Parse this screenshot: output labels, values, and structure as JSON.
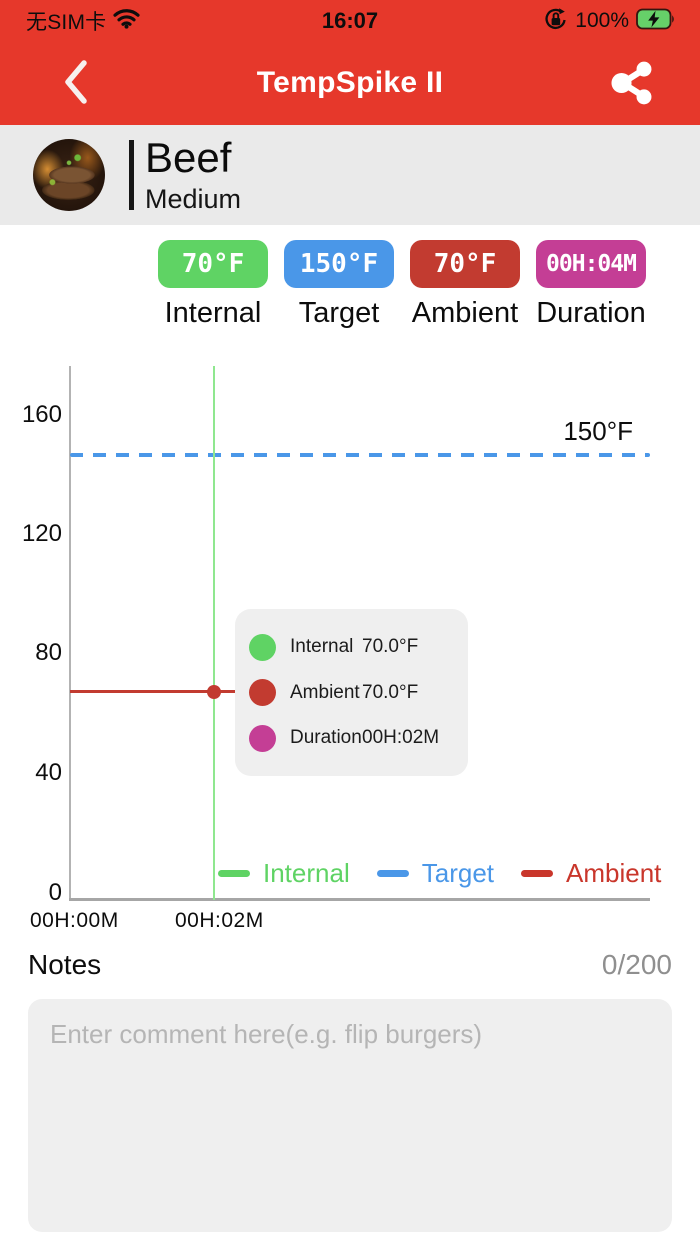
{
  "status_bar": {
    "carrier": "无SIM卡",
    "time": "16:07",
    "battery_percent": "100%"
  },
  "nav": {
    "title": "TempSpike II"
  },
  "food": {
    "name": "Beef",
    "doneness": "Medium"
  },
  "stats": [
    {
      "value": "70°F",
      "label": "Internal",
      "color": "#5FD364"
    },
    {
      "value": "150°F",
      "label": "Target",
      "color": "#4A97E8"
    },
    {
      "value": "70°F",
      "label": "Ambient",
      "color": "#C23B30"
    },
    {
      "value": "00H:04M",
      "label": "Duration",
      "color": "#C43E95"
    }
  ],
  "chart": {
    "y_ticks": [
      "160",
      "120",
      "80",
      "40",
      "0"
    ],
    "x_ticks": [
      "00H:00M",
      "00H:02M"
    ],
    "target_label": "150°F",
    "tooltip": [
      {
        "name": "Internal",
        "value": "70.0°F"
      },
      {
        "name": "Ambient",
        "value": "70.0°F"
      },
      {
        "name": "Duration",
        "value": "00H:02M"
      }
    ],
    "legend": [
      {
        "label": "Internal"
      },
      {
        "label": "Target"
      },
      {
        "label": "Ambient"
      }
    ]
  },
  "chart_data": {
    "type": "line",
    "x_ticks": [
      "00H:00M",
      "00H:02M"
    ],
    "y_ticks": [
      0,
      40,
      80,
      120,
      160
    ],
    "ylim": [
      0,
      180
    ],
    "series": [
      {
        "name": "Internal",
        "color": "#5FD364",
        "x": [
          "00H:00M",
          "00H:02M"
        ],
        "values": [
          70.0,
          70.0
        ]
      },
      {
        "name": "Target",
        "color": "#4A97E8",
        "style": "dashed",
        "constant_value": 150
      },
      {
        "name": "Ambient",
        "color": "#C23B30",
        "x": [
          "00H:00M",
          "00H:02M"
        ],
        "values": [
          70.0,
          70.0
        ]
      }
    ],
    "cursor": {
      "x": "00H:02M",
      "readout": {
        "Internal": "70.0°F",
        "Ambient": "70.0°F",
        "Duration": "00H:02M"
      }
    },
    "annotation": "150°F",
    "legend_position": "bottom",
    "grid": false
  },
  "notes": {
    "title": "Notes",
    "counter": "0/200",
    "placeholder": "Enter comment here(e.g. flip burgers)"
  },
  "colors": {
    "app_red": "#E6382B",
    "internal_green": "#5FD364",
    "target_blue": "#4A97E8",
    "ambient_red": "#C23B30",
    "duration_magenta": "#C43E95"
  }
}
